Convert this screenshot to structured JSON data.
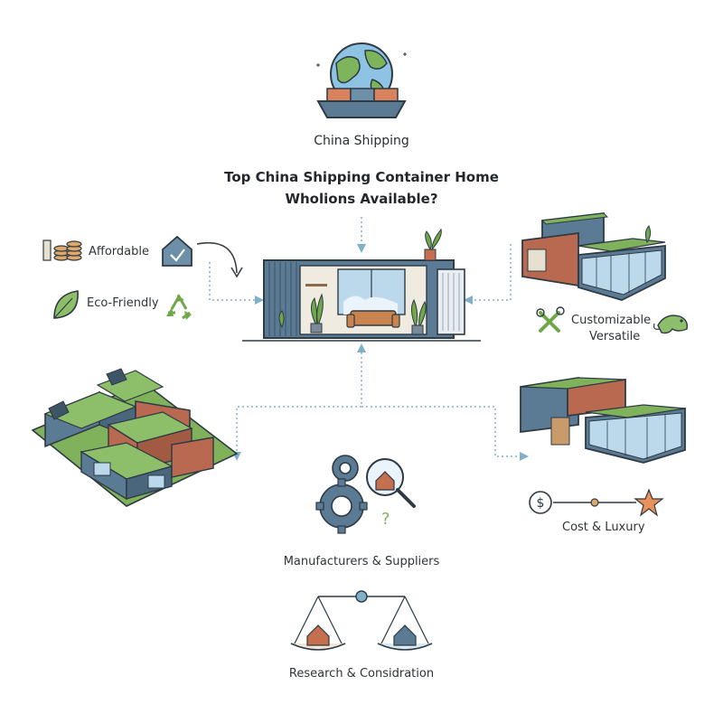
{
  "header": {
    "subtitle": "China Shipping",
    "title_line1": "Top China Shipping Container Home",
    "title_line2": "Wholions Available?"
  },
  "features": {
    "affordable": "Affordable",
    "eco_friendly": "Eco-Friendly",
    "customizable": "Customizable",
    "versatile": "Versatile",
    "cost_luxury": "Cost & Luxury"
  },
  "bottom": {
    "manufacturers": "Manufacturers & Suppliers",
    "research": "Research & Considration"
  },
  "colors": {
    "steel_blue": "#5b7a93",
    "rust": "#b8694f",
    "grass": "#7fb25a",
    "connector": "#6fa8c4",
    "star": "#e8915a"
  }
}
